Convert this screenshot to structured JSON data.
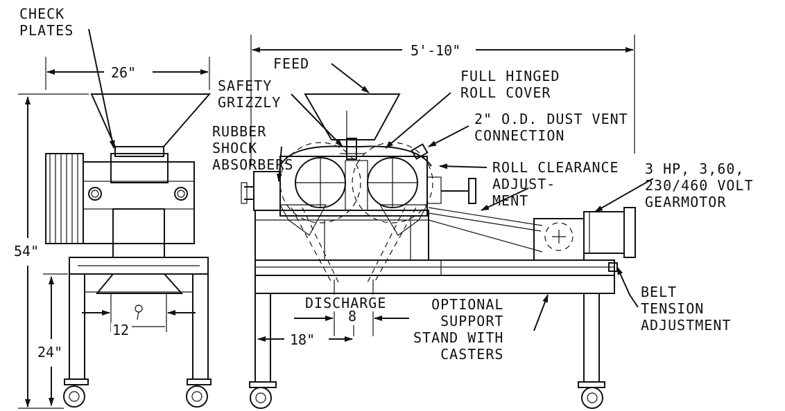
{
  "diagram": {
    "labels": {
      "check_plates": "CHECK\nPLATES",
      "feed": "FEED",
      "safety_grizzly": "SAFETY\nGRIZZLY",
      "full_hinged_roll_cover": "FULL HINGED\nROLL COVER",
      "dust_vent": "2\" O.D. DUST VENT\nCONNECTION",
      "rubber_shock_absorbers": "RUBBER\nSHOCK\nABSORBERS",
      "roll_clearance_adjustment": "ROLL CLEARANCE\nADJUST-\nMENT",
      "gearmotor": "3 HP, 3,60,\n230/460 VOLT\nGEARMOTOR",
      "discharge": "DISCHARGE",
      "optional_support_stand": "OPTIONAL\nSUPPORT\nSTAND WITH\nCASTERS",
      "belt_tension_adjustment": "BELT\nTENSION\nADJUSTMENT"
    },
    "dimensions": {
      "width_side": "26\"",
      "overall_length": "5'-10\"",
      "overall_height": "54\"",
      "stand_height": "24\"",
      "discharge_width_side": "12",
      "discharge_width_front": "8",
      "stand_offset": "18\""
    }
  }
}
